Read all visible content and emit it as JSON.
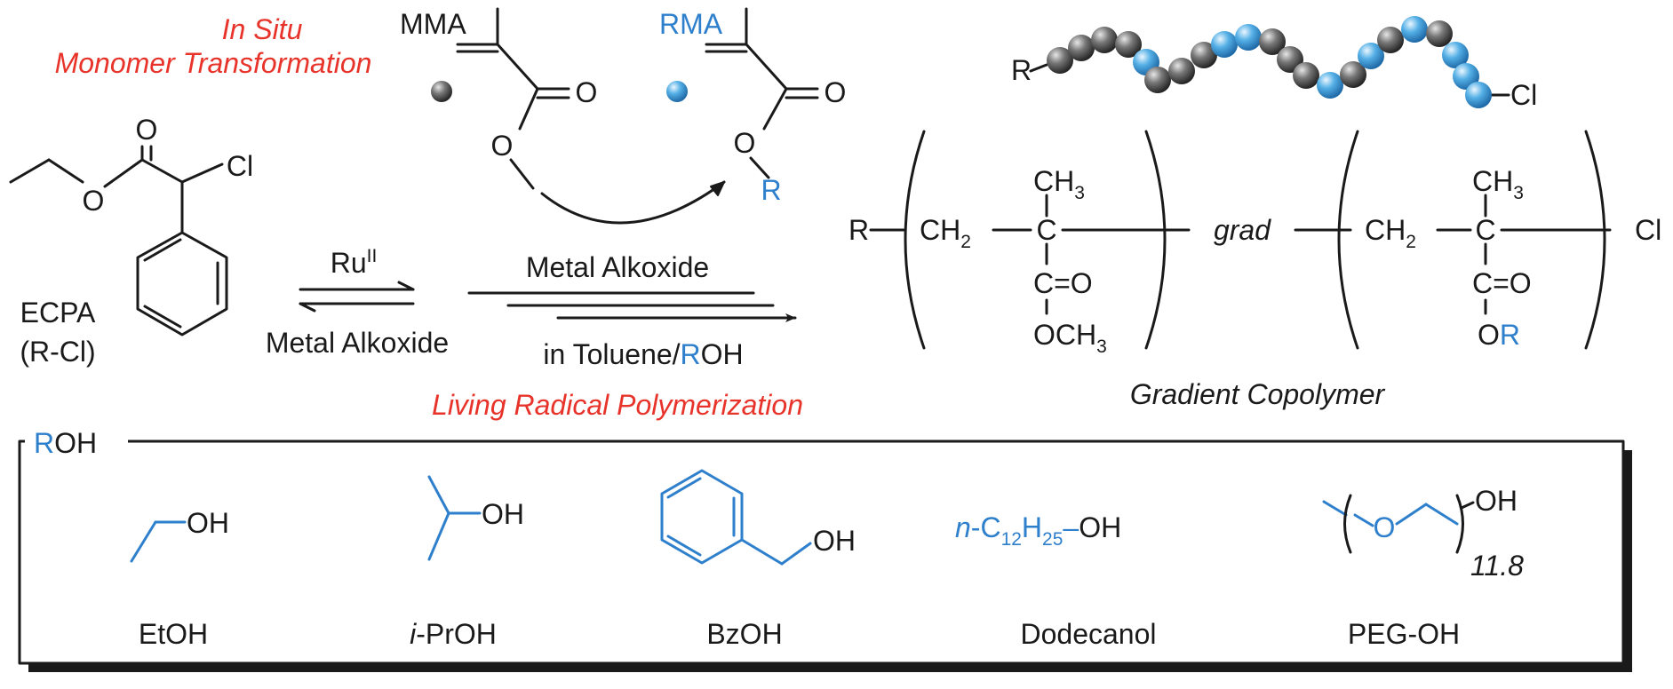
{
  "colors": {
    "black": "#1a1a1a",
    "red": "#e8332a",
    "blue": "#2e7fcc",
    "bead_grey": "#555555",
    "bead_blue": "#4fa8e0"
  },
  "header": {
    "in_situ": "In Situ",
    "monomer_transformation": "Monomer Transformation",
    "living_radical": "Living Radical Polymerization"
  },
  "mma": {
    "label": "MMA",
    "o": "O"
  },
  "rma": {
    "label_r": "R",
    "label_rest": "MA",
    "o": "O",
    "r": "R"
  },
  "ecpa": {
    "o": "O",
    "cl": "Cl",
    "name": "ECPA",
    "rcl": "(R-Cl)"
  },
  "arrows": {
    "ru": "Ru",
    "ru_sup": "II",
    "metal_alkoxide_left": "Metal Alkoxide",
    "metal_alkoxide_right": "Metal Alkoxide",
    "solvent_prefix": "in Toluene/",
    "solvent_r": "R",
    "solvent_suffix": "OH"
  },
  "chain": {
    "r": "R",
    "cl": "Cl"
  },
  "polymer": {
    "r": "R",
    "cl": "Cl",
    "ch3": "CH",
    "ch3_sub": "3",
    "ch2": "CH",
    "ch2_sub": "2",
    "c": "C",
    "co": "C=O",
    "och3": "OCH",
    "och3_sub": "3",
    "or_o": "O",
    "or_r": "R",
    "grad": "grad",
    "caption": "Gradient Copolymer"
  },
  "roh": {
    "header_r": "R",
    "header_oh": "OH",
    "etoh": {
      "oh": "OH",
      "name": "EtOH"
    },
    "iproh": {
      "oh": "OH",
      "name_italic": "i",
      "name_rest": "-PrOH"
    },
    "bzoh": {
      "oh": "OH",
      "name": "BzOH"
    },
    "dodecanol": {
      "prefix": "n",
      "c": "-C",
      "c_sub": "12",
      "h": "H",
      "h_sub": "25",
      "dash": "–",
      "oh": "OH",
      "name": "Dodecanol"
    },
    "peg": {
      "o": "O",
      "oh": "OH",
      "n": "11.8",
      "name": "PEG-OH"
    }
  }
}
